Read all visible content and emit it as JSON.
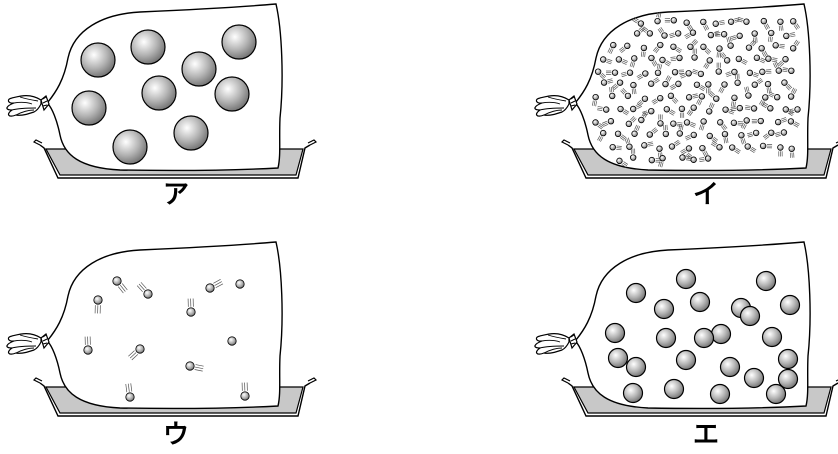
{
  "panels": [
    {
      "id": "a",
      "label": "ア",
      "particle_size": "large",
      "particle_count": 9
    },
    {
      "id": "i",
      "label": "イ",
      "particle_size": "tiny",
      "particle_count": 150
    },
    {
      "id": "u",
      "label": "ウ",
      "particle_size": "small",
      "particle_count": 12
    },
    {
      "id": "e",
      "label": "エ",
      "particle_size": "medium",
      "particle_count": 24
    }
  ],
  "colors": {
    "outline": "#000000",
    "tray_fill": "#c8c8c8",
    "particle_center": "#ffffff",
    "particle_edge": "#6e6e6e",
    "bag_fill": "#ffffff"
  }
}
